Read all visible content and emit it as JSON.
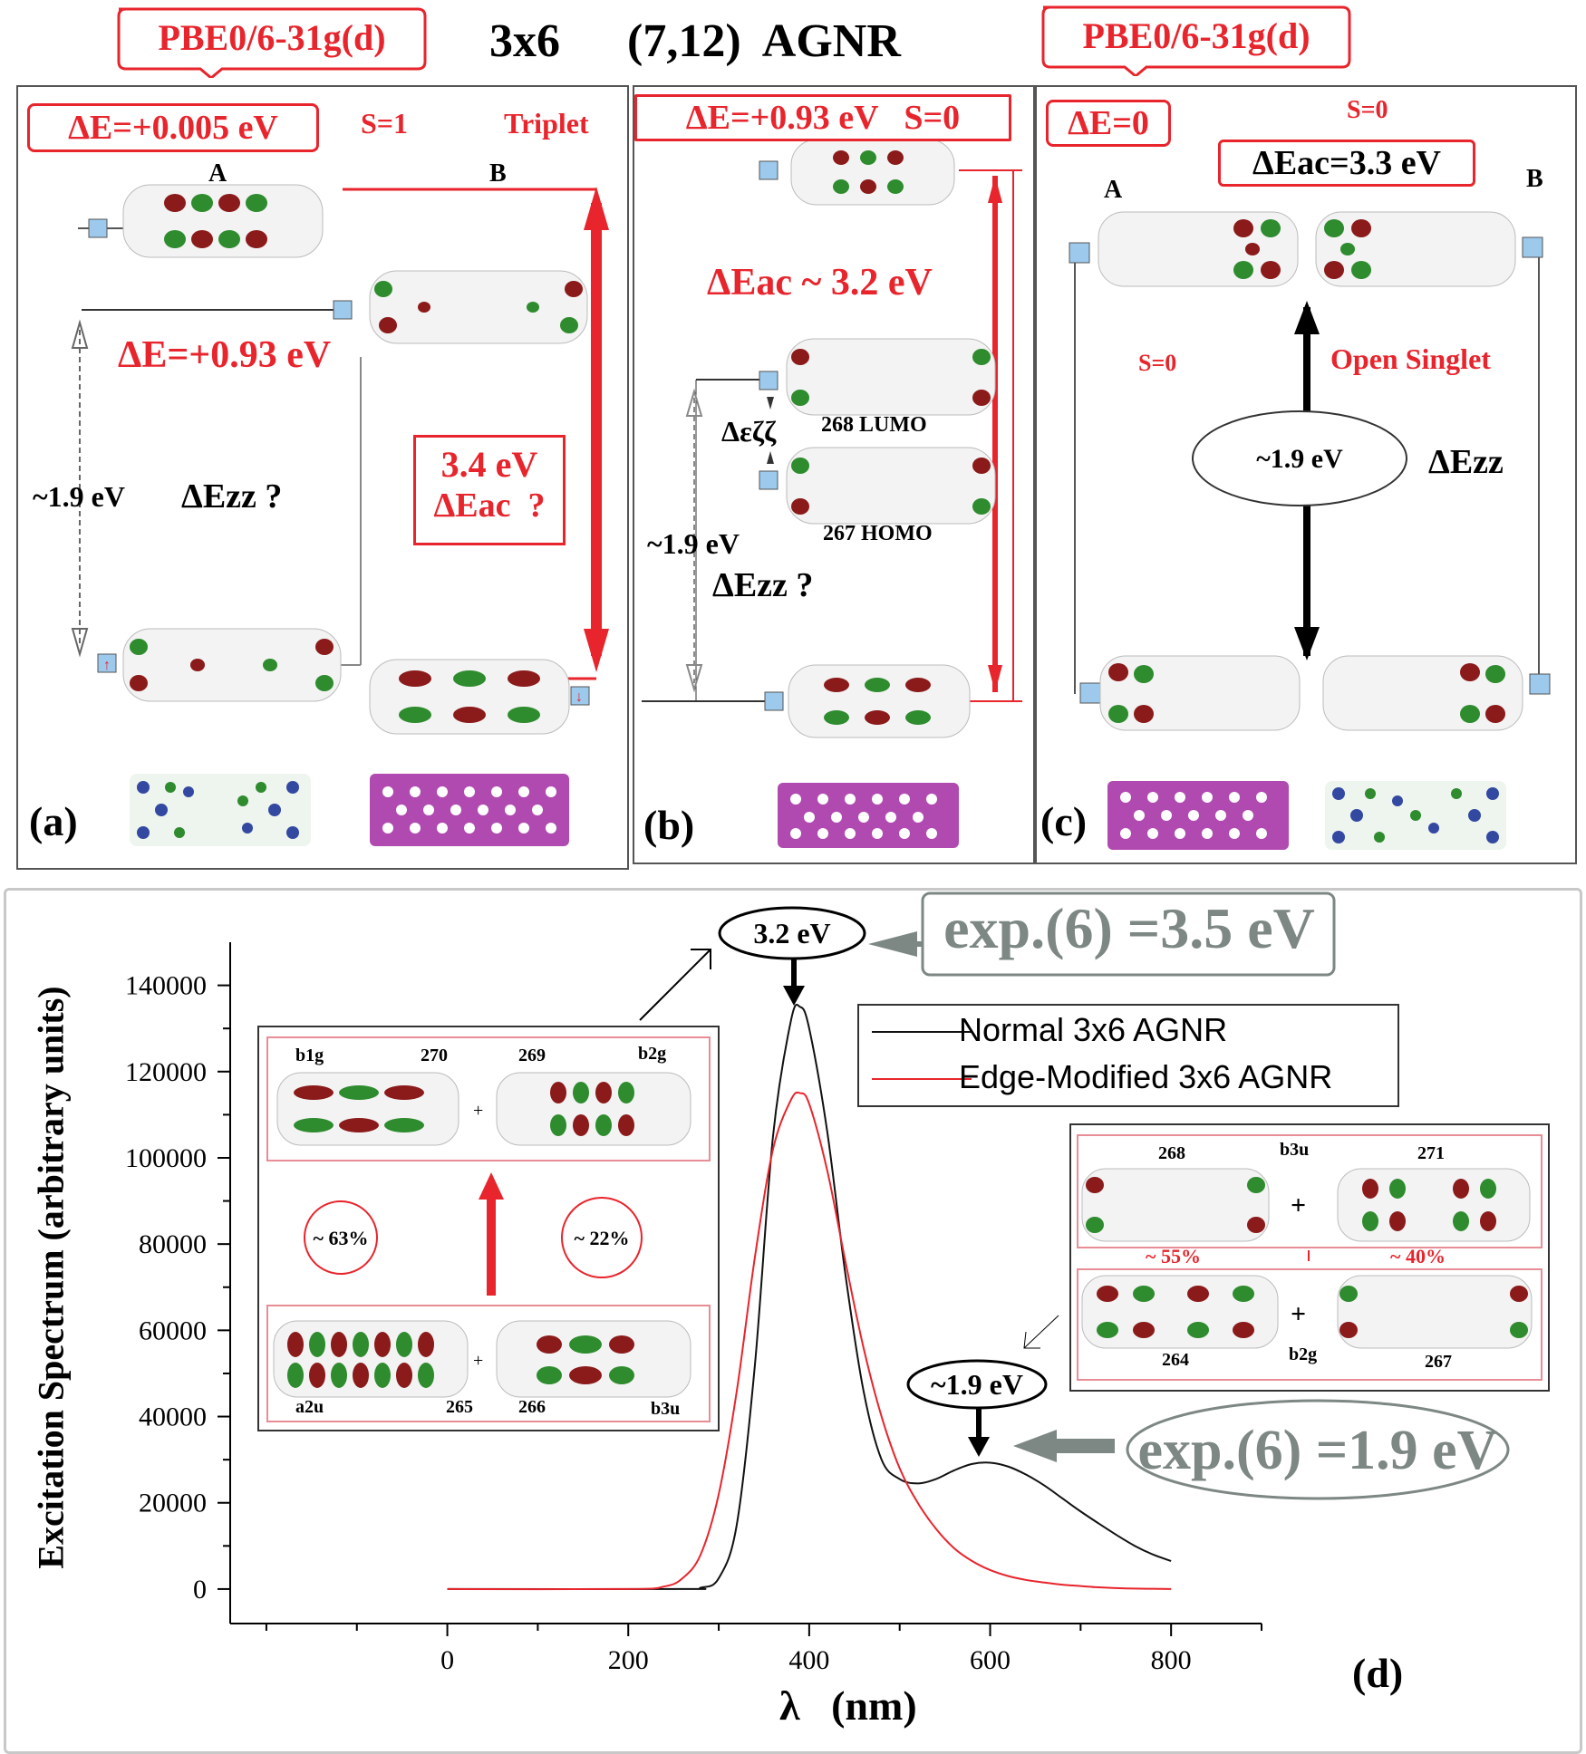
{
  "header": {
    "left_method": "PBE0/6-31g(d)",
    "title_size": "3x6",
    "title_name": "(7,12)  AGNR",
    "right_method": "PBE0/6-31g(d)"
  },
  "panel_a": {
    "delta_e_top": "ΔE=+0.005 eV",
    "spin": "S=1",
    "state": "Triplet",
    "label_A": "A",
    "label_B": "B",
    "delta_e_mid": "ΔE=+0.93 eV",
    "gap_19": "~1.9 eV",
    "dezz": "ΔEzz ?",
    "box_34": "3.4 eV",
    "box_deac": "ΔEac  ?",
    "tag": "(a)"
  },
  "panel_b": {
    "delta_e_top": "ΔE=+0.93 eV   S=0",
    "deac": "ΔEac ~ 3.2 eV",
    "lumo": "268 LUMO",
    "homo": "267 HOMO",
    "deps": "Δεζζ",
    "gap_19": "~1.9 eV",
    "dezz": "ΔEzz ?",
    "tag": "(b)"
  },
  "panel_c": {
    "delta_e_top": "ΔE=0",
    "spin_top": "S=0",
    "deac_box": "ΔEac=3.3 eV",
    "label_A": "A",
    "label_B": "B",
    "spin_left": "S=0",
    "open_singlet": "Open Singlet",
    "ellipse": "~1.9 eV",
    "dezz": "ΔEzz",
    "tag": "(c)"
  },
  "panel_d": {
    "peak_label": "3.2 eV",
    "exp_high": "exp.(6) =3.5 eV",
    "low_label": "~1.9 eV",
    "exp_low": "exp.(6) =1.9 eV",
    "tag": "(d)",
    "inset_left": {
      "b1g": "b1g",
      "n270": "270",
      "n269": "269",
      "b2g": "b2g",
      "pct63": "~ 63%",
      "pct22": "~ 22%",
      "a2u": "a2u",
      "n265": "265",
      "n266": "266",
      "b3u": "b3u"
    },
    "inset_right": {
      "n268": "268",
      "b3u": "b3u",
      "n271": "271",
      "pct55": "~ 55%",
      "pct40": "~ 40%",
      "n264": "264",
      "b2g": "b2g",
      "n267": "267"
    }
  },
  "chart_data": {
    "type": "line",
    "xlabel": "λ   (nm)",
    "ylabel": "Excitation Spectrum  (arbitrary units)",
    "xlim": [
      -240,
      900
    ],
    "ylim": [
      -8000,
      150000
    ],
    "xticks": [
      0,
      200,
      400,
      600,
      800
    ],
    "yticks": [
      0,
      20000,
      40000,
      60000,
      80000,
      100000,
      120000,
      140000
    ],
    "legend_position": "top-right",
    "series": [
      {
        "name": "Normal 3x6 AGNR",
        "color": "#111111",
        "x": [
          0,
          260,
          280,
          300,
          320,
          340,
          360,
          380,
          390,
          400,
          420,
          440,
          460,
          480,
          500,
          520,
          540,
          560,
          580,
          600,
          620,
          640,
          660,
          680,
          700,
          720,
          740,
          760,
          780,
          800
        ],
        "y": [
          0,
          0,
          300,
          2500,
          15000,
          52000,
          105000,
          132000,
          135000,
          130000,
          106000,
          73000,
          46000,
          30000,
          25500,
          24500,
          25500,
          27500,
          29000,
          29300,
          28400,
          26500,
          24000,
          21000,
          18000,
          15200,
          12500,
          10000,
          8000,
          6500
        ]
      },
      {
        "name": "Edge-Modified 3x6 AGNR",
        "color": "#e8242c",
        "x": [
          0,
          200,
          240,
          260,
          280,
          300,
          320,
          340,
          360,
          380,
          390,
          400,
          420,
          440,
          460,
          480,
          500,
          520,
          540,
          560,
          580,
          600,
          620,
          640,
          660,
          680,
          700,
          720,
          750,
          800
        ],
        "y": [
          0,
          0,
          600,
          2500,
          8000,
          22000,
          46000,
          77000,
          102000,
          113500,
          115000,
          112500,
          97000,
          76000,
          56000,
          40000,
          28000,
          20000,
          14000,
          9500,
          6500,
          4400,
          3000,
          2100,
          1500,
          1000,
          700,
          400,
          150,
          0
        ]
      }
    ]
  }
}
